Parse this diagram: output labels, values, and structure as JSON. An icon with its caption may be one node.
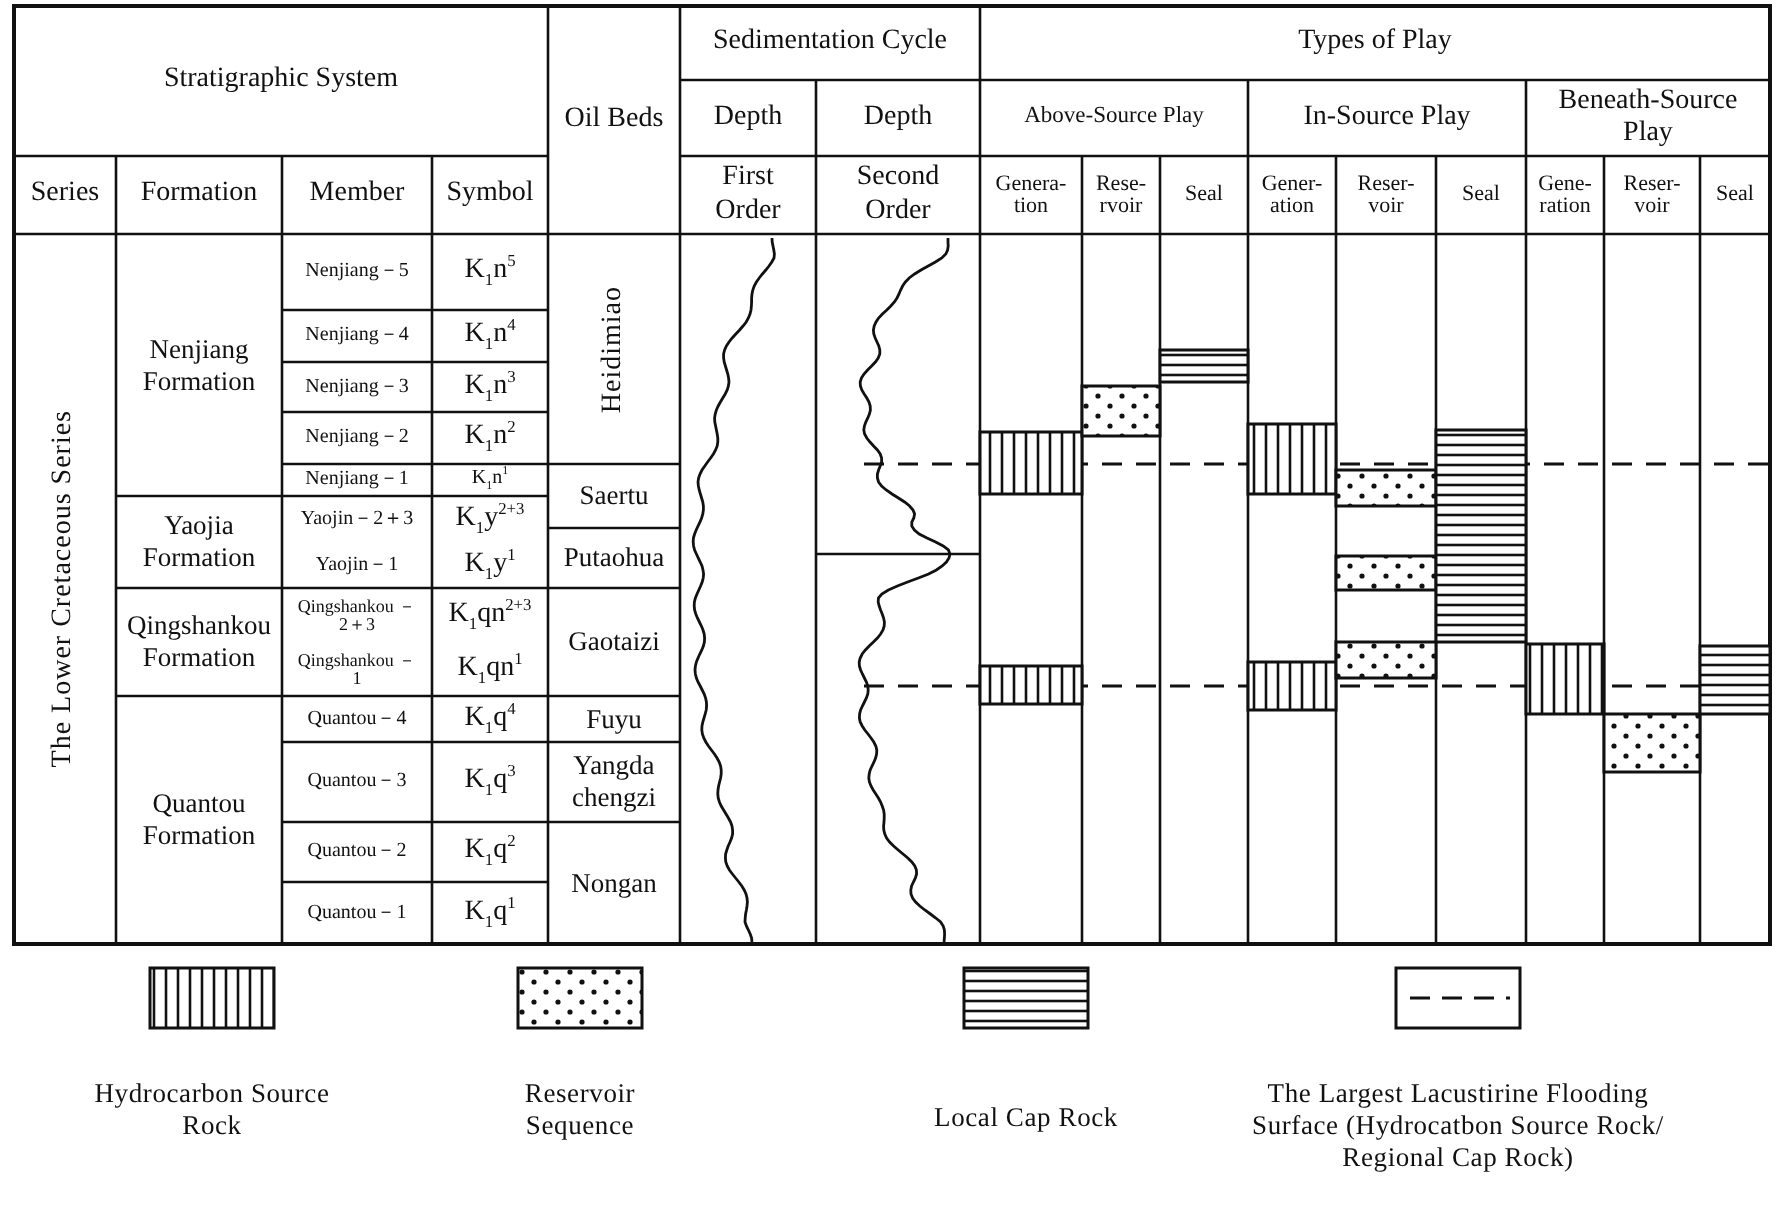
{
  "diagram": {
    "labels": [
      "Stratigraphic System",
      "Oil Beds",
      "Sedimentation Cycle",
      "Types of Play",
      "Depth",
      "Depth",
      "Above-Source Play",
      "In-Source Play",
      "Beneath-Source Play",
      "Series",
      "Formation",
      "Member",
      "Symbol",
      "First Order",
      "Second Order",
      "Genera- tion",
      "Rese- rvoir",
      "Seal",
      "Gener- ation",
      "Reser- voir",
      "Seal",
      "Gene- ration",
      "Reser- voir",
      "Seal",
      "The Lower Cretaceous Series",
      "Nenjiang Formation",
      "Nenjiang－5",
      "K$_{1}$n$^{5}$",
      "Heidimiao",
      "Nenjiang－4",
      "K$_{1}$n$^{4}$",
      "Nenjiang－3",
      "K$_{1}$n$^{3}$",
      "Nenjiang－2",
      "K$_{1}$n$^{2}$",
      "Nenjiang－1",
      "K$_{1}$n$^{1}$",
      "Saertu",
      "Yaojia Formation",
      "Yaojin－2＋3",
      "K$_{1}$y$^{2+3}$",
      "Putaohua",
      "Yaojin－1",
      "K$_{1}$y$^{1}$",
      "Qingshankou Formation",
      "Qingshankou －2＋3",
      "K$_{1}$qn$^{2+3}$",
      "Gaotaizi",
      "Qingshankou －1",
      "K$_{1}$qn$^{1}$",
      "Quantou Formation",
      "Quantou－4",
      "K$_{1}$q$^{4}$",
      "Fuyu",
      "Quantou－3",
      "K$_{1}$q$^{3}$",
      "Yangda chengzi",
      "Quantou－2",
      "K$_{1}$q$^{2}$",
      "Nongan",
      "Quantou－1",
      "K$_{1}$q$^{1}$"
    ],
    "legend": [
      {
        "text": "Hydrocarbon Source Rock"
      },
      {
        "text": "Reservoir Sequence"
      },
      {
        "text": "Local Cap Rock"
      },
      {
        "text": "The Largest Lacustirine Flooding Surface (Hydrocatbon Source Rock/ Regional Cap Rock)"
      }
    ]
  }
}
